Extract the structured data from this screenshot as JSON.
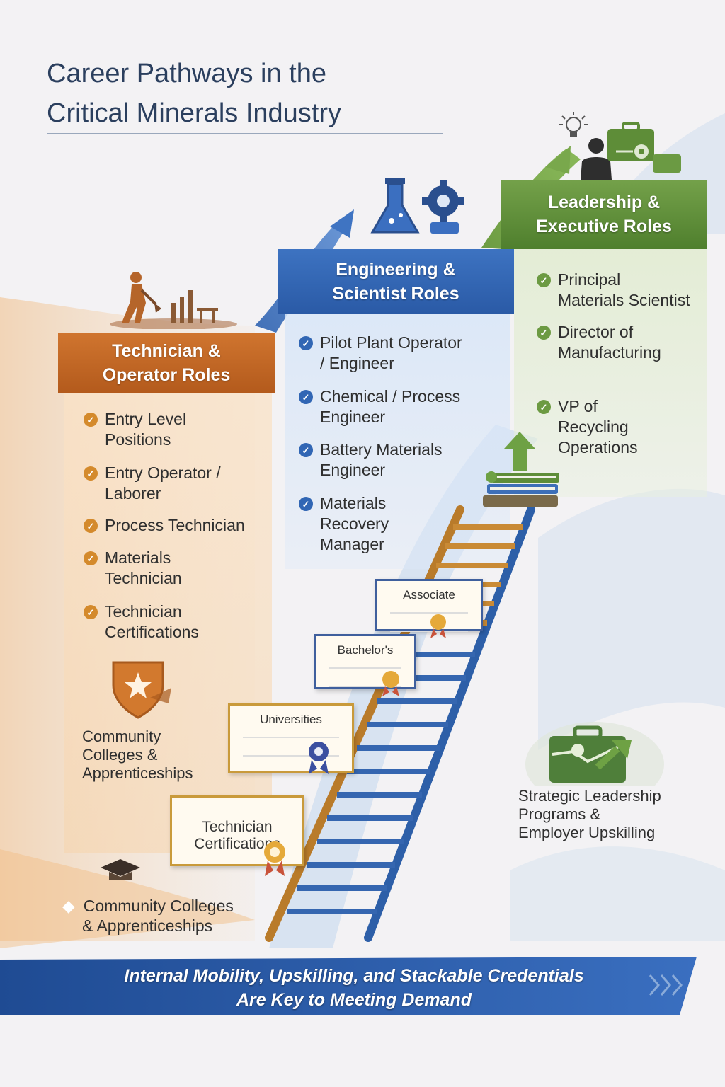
{
  "title_line1": "Career Pathways in the",
  "title_line2": "Critical Minerals Industry",
  "technician": {
    "header_line1": "Technician &",
    "header_line2": "Operator Roles",
    "items": [
      {
        "line1": "Entry Level",
        "line2": "Positions"
      },
      {
        "line1": "Entry Operator /",
        "line2": "Laborer"
      },
      {
        "line1": "Process Technician",
        "line2": ""
      },
      {
        "line1": "Materials",
        "line2": "Technician"
      },
      {
        "line1": "Technician",
        "line2": "Certifications"
      }
    ],
    "training_line1": "Community",
    "training_line2": "Colleges &",
    "training_line3": "Apprenticeships"
  },
  "engineering": {
    "header_line1": "Engineering &",
    "header_line2": "Scientist Roles",
    "items": [
      {
        "line1": "Pilot Plant Operator",
        "line2": "/ Engineer",
        "line3": ""
      },
      {
        "line1": "Chemical / Process",
        "line2": "Engineer",
        "line3": ""
      },
      {
        "line1": "Battery Materials",
        "line2": "Engineer",
        "line3": ""
      },
      {
        "line1": "Materials",
        "line2": "Recovery",
        "line3": "Manager"
      }
    ]
  },
  "leadership": {
    "header_line1": "Leadership &",
    "header_line2": "Executive Roles",
    "items": [
      {
        "line1": "Principal",
        "line2": "Materials Scientist",
        "line3": ""
      },
      {
        "line1": "Director of",
        "line2": "Manufacturing",
        "line3": ""
      },
      {
        "line1": "VP of",
        "line2": "Recycling",
        "line3": "Operations"
      }
    ],
    "programs_line1": "Strategic Leadership",
    "programs_line2": "Programs &",
    "programs_line3": "Employer Upskilling"
  },
  "credentials": {
    "associate": "Associate",
    "bachelors": "Bachelor's",
    "universities": "Universities",
    "tech_cert_line1": "Technician",
    "tech_cert_line2": "Certifications"
  },
  "bottom_label_line1": "Community Colleges",
  "bottom_label_line2": "& Apprenticeships",
  "banner_line1": "Internal Mobility, Upskilling, and Stackable Credentials",
  "banner_line2": "Are Key to Meeting Demand",
  "colors": {
    "orange": "#c2652a",
    "blue": "#2f5fa8",
    "green": "#5e8d38",
    "navy": "#2b3f5e"
  },
  "icons": [
    "worker-icon",
    "flask-gear-icon",
    "leader-briefcase-icon",
    "lightbulb-icon",
    "shield-star-icon",
    "graduation-cap-icon",
    "briefcase-growth-icon",
    "books-icon",
    "ladder-icon"
  ]
}
